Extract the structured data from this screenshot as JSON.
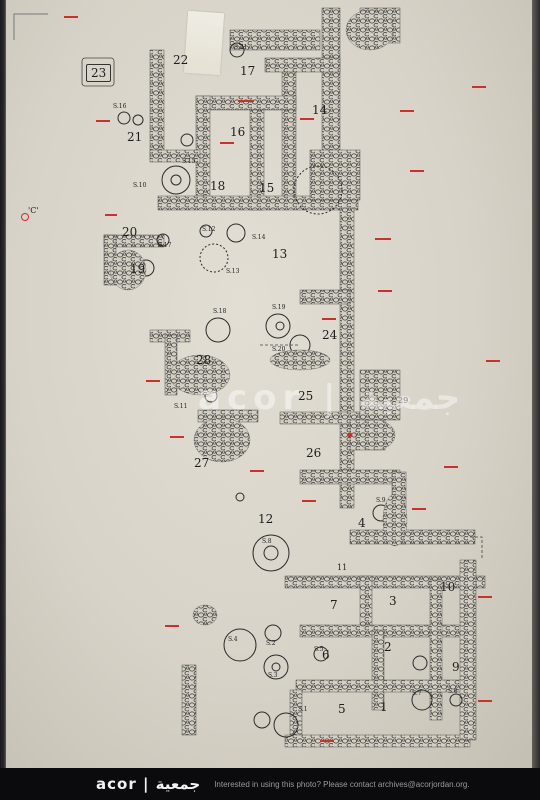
{
  "image": {
    "alt_description": "",
    "background": "#d9d4c9"
  },
  "rooms": {
    "r1": "1",
    "r2": "2",
    "r3": "3",
    "r4": "4",
    "r5": "5",
    "r6": "6",
    "r7": "7",
    "r9": "9",
    "r10": "10",
    "r11": "11",
    "r12": "12",
    "r13": "13",
    "r14": "14",
    "r15": "15",
    "r16": "16",
    "r17": "17",
    "r18": "18",
    "r19": "19",
    "r20": "20",
    "r21": "21",
    "r22": "22",
    "r23": "23",
    "r24": "24",
    "r25": "25",
    "r26": "26",
    "r27": "27",
    "r28": "28",
    "r29": "29"
  },
  "spaces": {
    "s1": "S.1",
    "s2": "S.2",
    "s3": "S.3",
    "s4": "S.4",
    "s5": "S.5",
    "s6": "S.6",
    "s7": "S.7",
    "s8": "S.8",
    "s9": "S.9",
    "s10": "S.10",
    "s11": "S.11",
    "s12": "S.12",
    "s13": "S.13",
    "s14": "S.14",
    "s15": "S.15",
    "s16": "S.16",
    "s17": "S.17",
    "s18": "S.18",
    "s19": "S.19",
    "s20": "S.20",
    "s21": "S.21"
  },
  "edge_label": "'C'",
  "watermark": "acor | جمعية",
  "footer": {
    "logo": "acor | جمعية",
    "text": "Interested in using this photo? Please contact",
    "link": "archives@acorjordan.org."
  },
  "colors": {
    "stone": "#6f6f6f",
    "ink": "#1e1e1e",
    "red_annotation": "#c8322a",
    "footer_bg": "#0b0b0d"
  }
}
